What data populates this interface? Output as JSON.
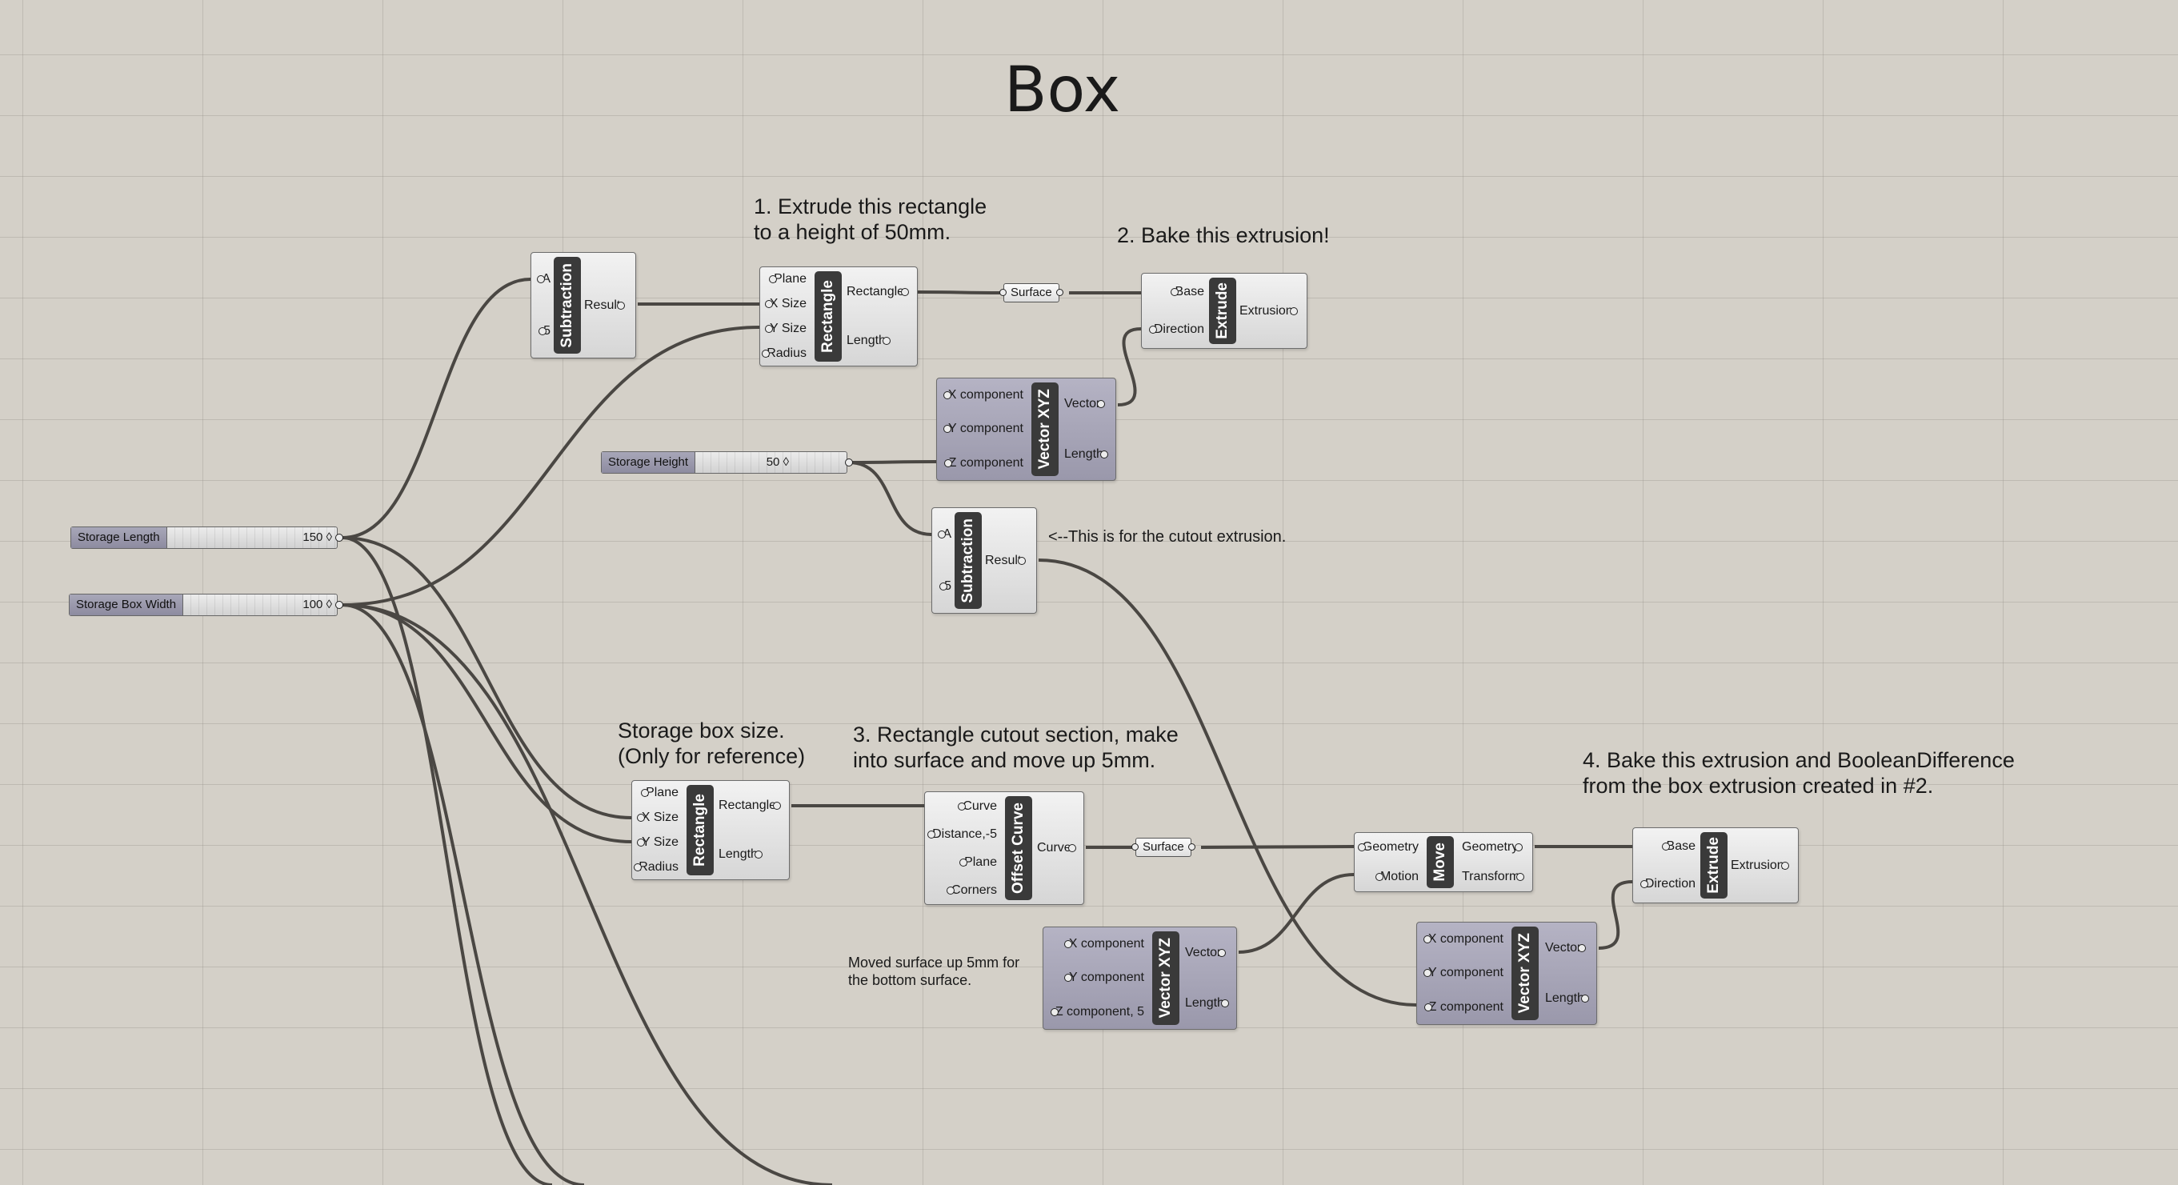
{
  "canvas": {
    "title": "Box",
    "wire_color": "#4a4743"
  },
  "annotations": {
    "note1": "1. Extrude this rectangle\nto a height of 50mm.",
    "note2": "2. Bake this extrusion!",
    "note3": "<--This is for the cutout extrusion.",
    "note4": "Storage box size.\n(Only for reference)",
    "note5": "3. Rectangle cutout section, make\ninto surface and move up 5mm.",
    "note6": "4. Bake this extrusion and BooleanDifference\nfrom the box extrusion created in #2.",
    "note7": "Moved surface up 5mm for\nthe bottom surface."
  },
  "sliders": {
    "storage_length": {
      "label": "Storage Length",
      "value": "150"
    },
    "storage_box_width": {
      "label": "Storage Box Width",
      "value": "100"
    },
    "storage_height": {
      "label": "Storage Height",
      "value": "50"
    }
  },
  "params": {
    "surface_top": "Surface",
    "surface_bottom": "Surface"
  },
  "components": {
    "subtraction_top": {
      "name": "Subtraction",
      "inputs": [
        "A",
        "5"
      ],
      "outputs": [
        "Result"
      ]
    },
    "rectangle_top": {
      "name": "Rectangle",
      "inputs": [
        "Plane",
        "X Size",
        "Y Size",
        "Radius"
      ],
      "outputs": [
        "Rectangle",
        "Length"
      ]
    },
    "extrude_top": {
      "name": "Extrude",
      "inputs": [
        "Base",
        "Direction"
      ],
      "outputs": [
        "Extrusion"
      ]
    },
    "vector_xyz_top": {
      "name": "Vector XYZ",
      "inputs": [
        "X component",
        "Y component",
        "Z component"
      ],
      "outputs": [
        "Vector",
        "Length"
      ]
    },
    "subtraction_mid": {
      "name": "Subtraction",
      "inputs": [
        "A",
        "5"
      ],
      "outputs": [
        "Result"
      ]
    },
    "rectangle_bottom": {
      "name": "Rectangle",
      "inputs": [
        "Plane",
        "X Size",
        "Y Size",
        "Radius"
      ],
      "outputs": [
        "Rectangle",
        "Length"
      ]
    },
    "offset_curve": {
      "name": "Offset Curve",
      "inputs": [
        "Curve",
        "Distance,-5",
        "Plane",
        "Corners"
      ],
      "outputs": [
        "Curve"
      ]
    },
    "move": {
      "name": "Move",
      "inputs": [
        "Geometry",
        "Motion"
      ],
      "outputs": [
        "Geometry",
        "Transform"
      ]
    },
    "extrude_bottom": {
      "name": "Extrude",
      "inputs": [
        "Base",
        "Direction"
      ],
      "outputs": [
        "Extrusion"
      ]
    },
    "vector_xyz_bottom": {
      "name": "Vector XYZ",
      "inputs": [
        "X component",
        "Y component",
        "Z component, 5"
      ],
      "outputs": [
        "Vector",
        "Length"
      ]
    },
    "vector_xyz_right": {
      "name": "Vector XYZ",
      "inputs": [
        "X component",
        "Y component",
        "Z component"
      ],
      "outputs": [
        "Vector",
        "Length"
      ]
    }
  }
}
